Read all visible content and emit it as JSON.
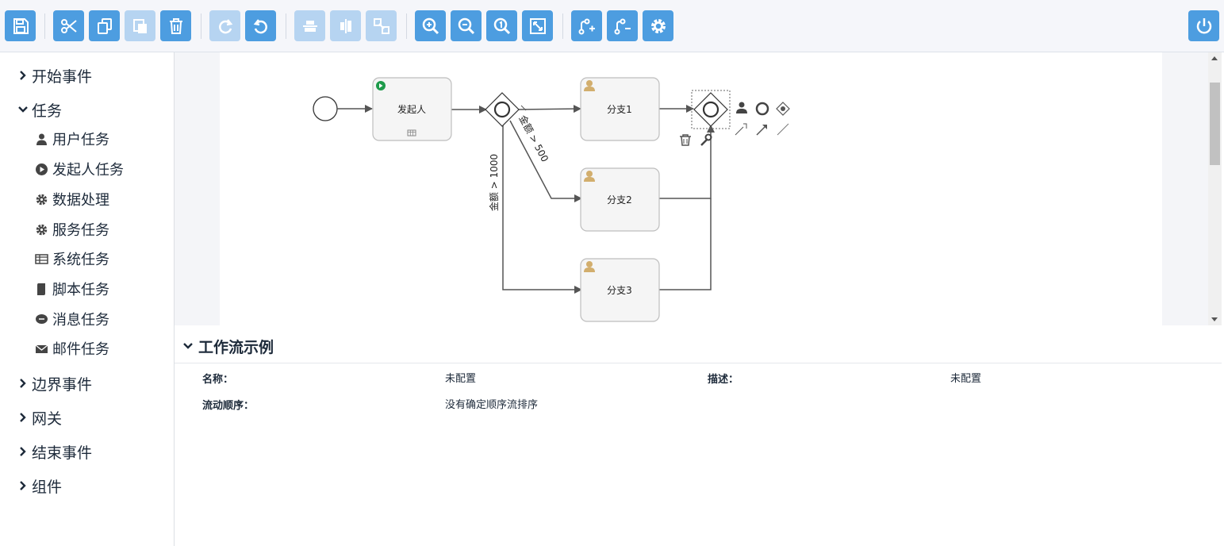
{
  "toolbar": {
    "buttons": [
      {
        "name": "save",
        "icon": "save-icon",
        "disabled": false
      },
      {
        "name": "cut",
        "icon": "scissors-icon",
        "disabled": false
      },
      {
        "name": "copy",
        "icon": "copy-icon",
        "disabled": false
      },
      {
        "name": "paste",
        "icon": "paste-icon",
        "disabled": true
      },
      {
        "name": "delete",
        "icon": "trash-icon",
        "disabled": false
      },
      {
        "name": "redo",
        "icon": "redo-icon",
        "disabled": true
      },
      {
        "name": "undo",
        "icon": "undo-icon",
        "disabled": false
      },
      {
        "name": "align-horizontal",
        "icon": "align-horizontal-icon",
        "disabled": true
      },
      {
        "name": "align-vertical",
        "icon": "align-vertical-icon",
        "disabled": true
      },
      {
        "name": "same-size",
        "icon": "same-size-icon",
        "disabled": true
      },
      {
        "name": "zoom-in",
        "icon": "zoom-in-icon",
        "disabled": false
      },
      {
        "name": "zoom-out",
        "icon": "zoom-out-icon",
        "disabled": false
      },
      {
        "name": "zoom-actual",
        "icon": "zoom-actual-icon",
        "disabled": false
      },
      {
        "name": "zoom-fit",
        "icon": "zoom-fit-icon",
        "disabled": false
      },
      {
        "name": "add-bendpoint",
        "icon": "add-bendpoint-icon",
        "disabled": false
      },
      {
        "name": "remove-bendpoint",
        "icon": "remove-bendpoint-icon",
        "disabled": false
      },
      {
        "name": "settings",
        "icon": "gear-icon",
        "disabled": false
      },
      {
        "name": "power",
        "icon": "power-icon",
        "disabled": false
      }
    ],
    "accent": "#4d9de0",
    "disabled_color": "#b6d4f1"
  },
  "sidebar": {
    "categories": [
      {
        "label": "开始事件",
        "expanded": false
      },
      {
        "label": "任务",
        "expanded": true
      },
      {
        "label": "边界事件",
        "expanded": false
      },
      {
        "label": "网关",
        "expanded": false
      },
      {
        "label": "结束事件",
        "expanded": false
      },
      {
        "label": "组件",
        "expanded": false
      }
    ],
    "task_items": [
      {
        "label": "用户任务",
        "icon": "user-icon"
      },
      {
        "label": "发起人任务",
        "icon": "play-circle-icon"
      },
      {
        "label": "数据处理",
        "icon": "gear-icon"
      },
      {
        "label": "服务任务",
        "icon": "gear-icon"
      },
      {
        "label": "系统任务",
        "icon": "table-icon"
      },
      {
        "label": "脚本任务",
        "icon": "script-icon"
      },
      {
        "label": "消息任务",
        "icon": "message-icon"
      },
      {
        "label": "邮件任务",
        "icon": "envelope-icon"
      }
    ]
  },
  "diagram": {
    "nodes": {
      "initiator": "发起人",
      "branch1": "分支1",
      "branch2": "分支2",
      "branch3": "分支3"
    },
    "edges": {
      "amount_gt_500": "金额 > 500",
      "amount_gt_1000": "金额 > 1000"
    }
  },
  "properties": {
    "title": "工作流示例",
    "name_label": "名称：",
    "name_value": "未配置",
    "desc_label": "描述：",
    "desc_value": "未配置",
    "order_label": "流动顺序：",
    "order_value": "没有确定顺序流排序"
  }
}
